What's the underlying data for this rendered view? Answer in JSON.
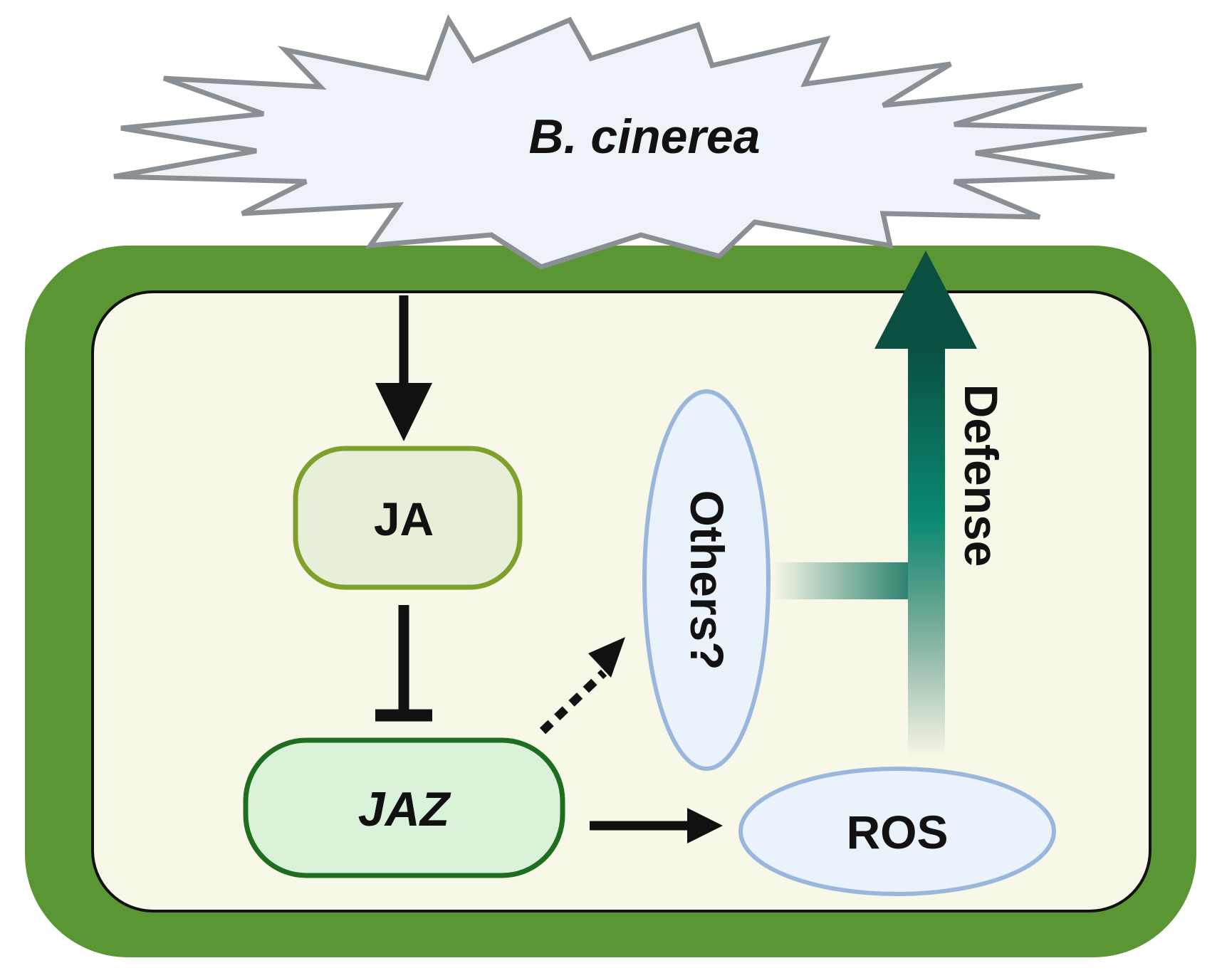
{
  "pathogen": {
    "label": "B. cinerea"
  },
  "nodes": {
    "ja": {
      "label": "JA"
    },
    "jaz": {
      "label": "JAZ"
    },
    "ros": {
      "label": "ROS"
    },
    "others": {
      "label": "Others?"
    }
  },
  "defense": {
    "label": "Defense"
  },
  "colors": {
    "cell_wall": "#5a9634",
    "cytoplasm": "#f8f8e8",
    "pathogen_fill": "#eef3fa",
    "pathogen_stroke": "#8a8f94",
    "ja_fill": "#e8efd8",
    "ja_stroke": "#7fa02c",
    "jaz_fill": "#d9f2d9",
    "jaz_stroke": "#1f6e1f",
    "ellipse_fill": "#eaf2fc",
    "ellipse_stroke": "#9bb6dc",
    "defense_arrow": "#0b5e4b"
  },
  "edges": [
    {
      "from": "B. cinerea",
      "to": "JA",
      "type": "activation"
    },
    {
      "from": "JA",
      "to": "JAZ",
      "type": "inhibition"
    },
    {
      "from": "JAZ",
      "to": "Others?",
      "type": "putative activation"
    },
    {
      "from": "JAZ",
      "to": "ROS",
      "type": "activation"
    },
    {
      "from": "ROS",
      "to": "Defense",
      "type": "activation"
    },
    {
      "from": "Others?",
      "to": "Defense",
      "type": "contribution"
    }
  ]
}
